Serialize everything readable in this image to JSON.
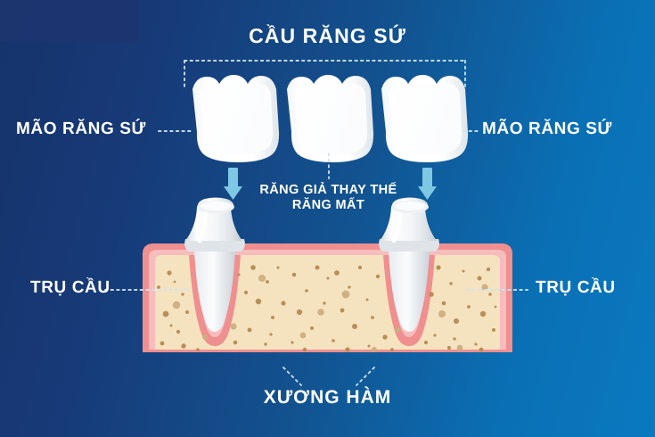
{
  "diagram": {
    "title": "CẦU RĂNG SỨ",
    "language": "vi",
    "background": {
      "gradient_from": "#16336b",
      "gradient_to": "#0a79c0",
      "corner_block": "#1d3570"
    },
    "labels": {
      "crown_left": "MÃO RĂNG SỨ",
      "crown_right": "MÃO RĂNG SỨ",
      "pontic_line1": "RĂNG GIẢ THAY THẾ",
      "pontic_line2": "RĂNG MẤT",
      "abutment_left": "TRỤ CẦU",
      "abutment_right": "TRỤ CẦU",
      "jawbone": "XƯƠNG HÀM"
    },
    "colors": {
      "text": "#ffffff",
      "leader_line": "#cfe4f2",
      "arrow": "#7ec8e3",
      "crown_enamel": "#ffffff",
      "crown_shade": "#e4e9ee",
      "gum_outer": "#ef8f8f",
      "gum_inner": "#f7bcbc",
      "bone_fill": "#f5e3c0",
      "bone_speck": "#b58b54",
      "abutment_body": "#f2f4f6",
      "abutment_shade": "#c9cfd6"
    },
    "parts": {
      "crowns_count": 3,
      "abutments_count": 2,
      "arrows_count": 2
    }
  }
}
